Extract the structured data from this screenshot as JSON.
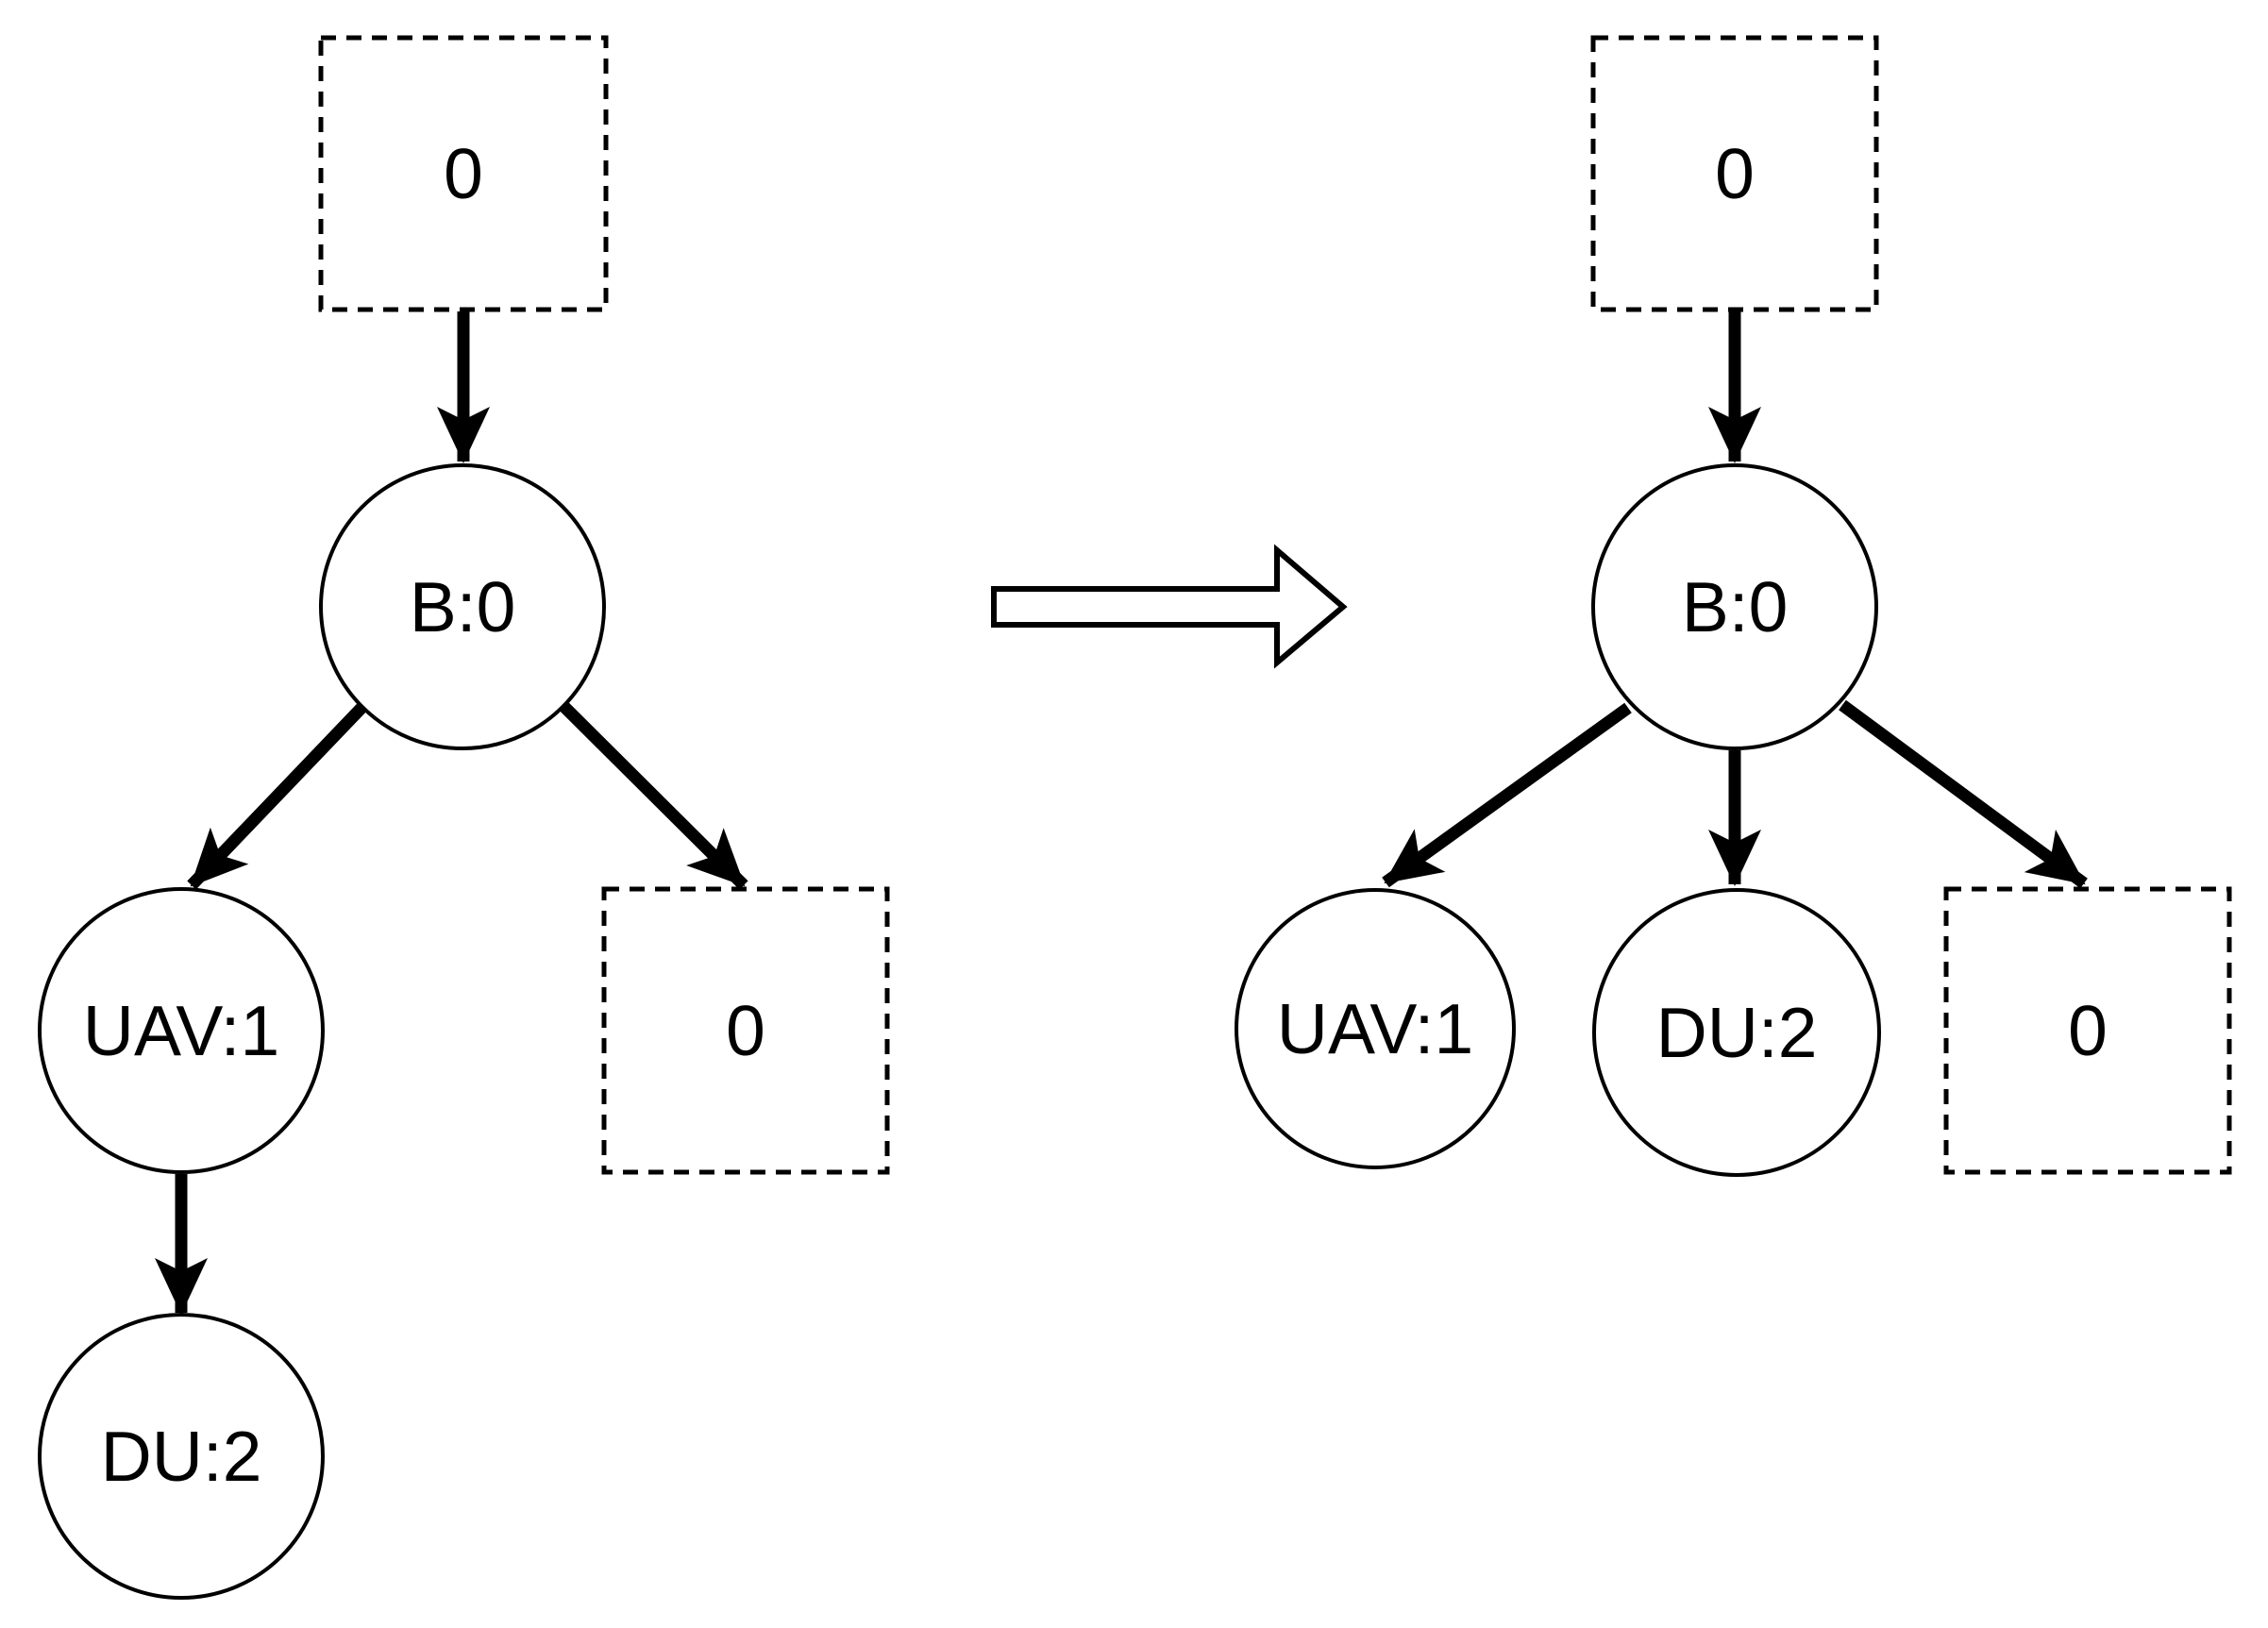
{
  "diagram": {
    "description": "Tree transformation diagram: UAV relay chain flattened under base station",
    "colors": {
      "stroke": "#000000",
      "node_fill": "#ffffff",
      "background": "#ffffff"
    },
    "left_tree": {
      "root_placeholder": "0",
      "base_station": "B:0",
      "uav": "UAV:1",
      "du": "DU:2",
      "leaf_placeholder": "0",
      "edges": [
        {
          "from": "0",
          "to": "B:0"
        },
        {
          "from": "B:0",
          "to": "UAV:1"
        },
        {
          "from": "B:0",
          "to": "0"
        },
        {
          "from": "UAV:1",
          "to": "DU:2"
        }
      ]
    },
    "right_tree": {
      "root_placeholder": "0",
      "base_station": "B:0",
      "uav": "UAV:1",
      "du": "DU:2",
      "leaf_placeholder": "0",
      "edges": [
        {
          "from": "0",
          "to": "B:0"
        },
        {
          "from": "B:0",
          "to": "UAV:1"
        },
        {
          "from": "B:0",
          "to": "DU:2"
        },
        {
          "from": "B:0",
          "to": "0"
        }
      ]
    }
  }
}
